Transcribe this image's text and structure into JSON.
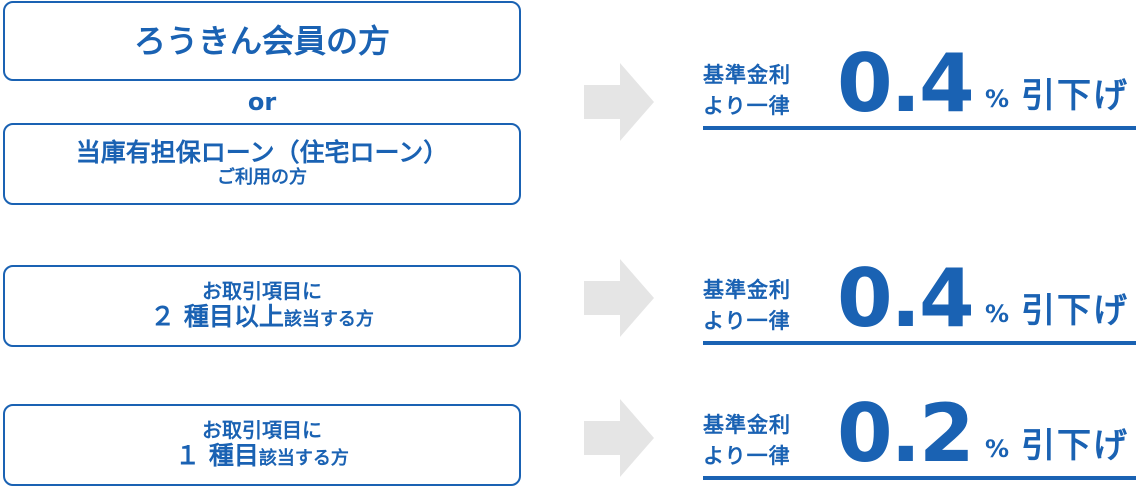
{
  "group1": {
    "box1_title": "ろうきん会員の方",
    "or_text": "or",
    "box2_title": "当庫有担保ローン（住宅ローン）",
    "box2_sub": "ご利用の方"
  },
  "group2": {
    "line1": "お取引項目に",
    "line2_main": "２ 種目以上",
    "line2_tail": "該当する方"
  },
  "group3": {
    "line1": "お取引項目に",
    "line2_main": "１ 種目",
    "line2_tail": "該当する方"
  },
  "rates": [
    {
      "label_line1": "基準金利",
      "label_line2": "より一律",
      "value": "0.4",
      "unit": "%",
      "action": "引下げ"
    },
    {
      "label_line1": "基準金利",
      "label_line2": "より一律",
      "value": "0.4",
      "unit": "%",
      "action": "引下げ"
    },
    {
      "label_line1": "基準金利",
      "label_line2": "より一律",
      "value": "0.2",
      "unit": "%",
      "action": "引下げ"
    }
  ],
  "colors": {
    "accent": "#1a62b3",
    "arrow": "#e5e5e5"
  },
  "icons": [
    "arrow-right-icon"
  ]
}
